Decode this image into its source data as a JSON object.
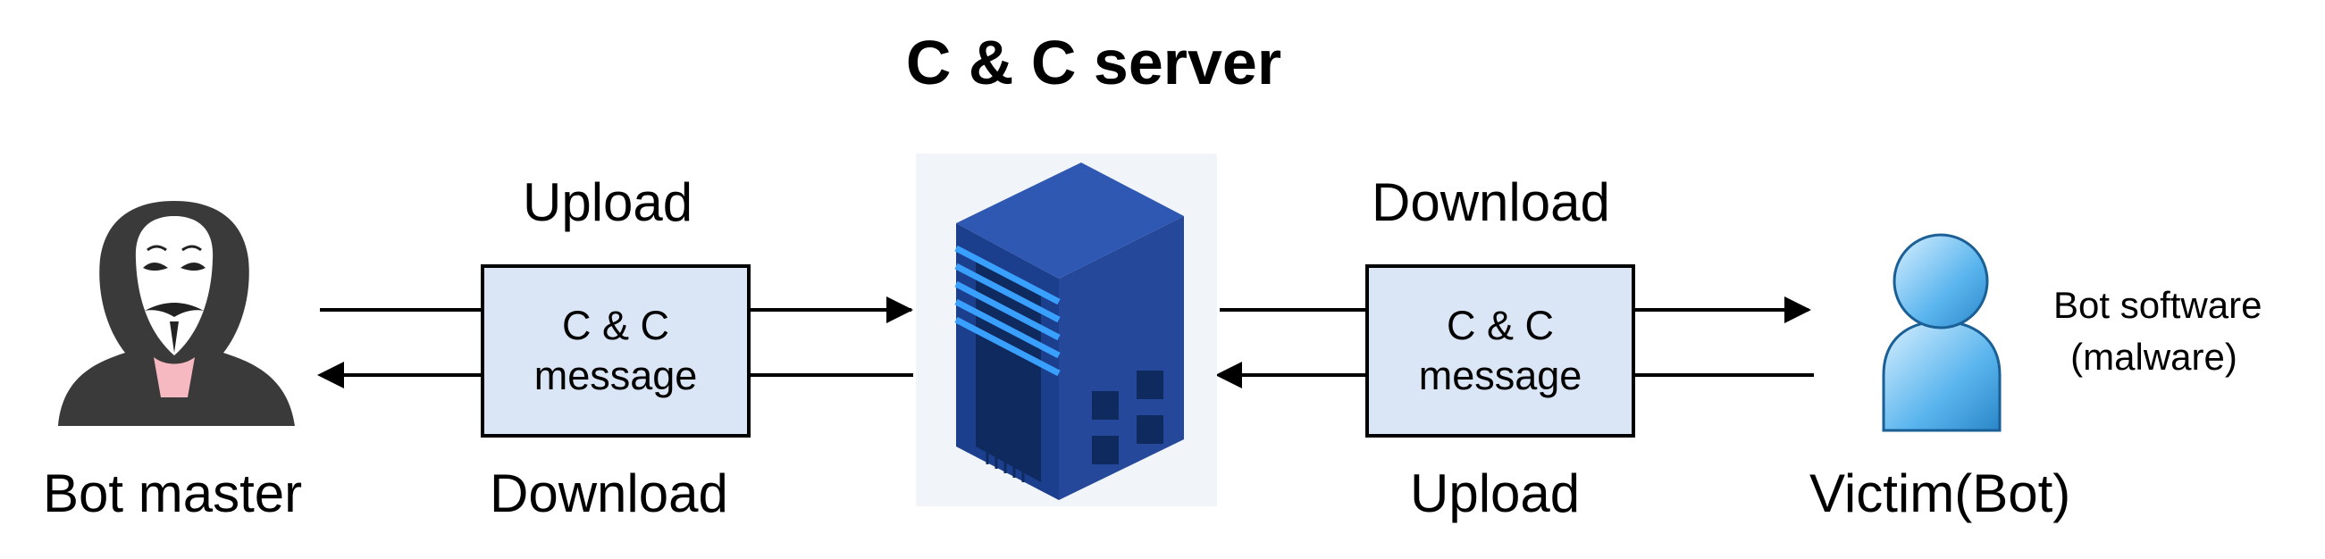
{
  "title": "C & C server",
  "bot_master": {
    "label": "Bot master"
  },
  "victim": {
    "label": "Victim(Bot)",
    "note_line1": "Bot software",
    "note_line2": "(malware)"
  },
  "left_link": {
    "top_label": "Upload",
    "bottom_label": "Download",
    "box_line1": "C & C",
    "box_line2": "message"
  },
  "right_link": {
    "top_label": "Download",
    "bottom_label": "Upload",
    "box_line1": "C & C",
    "box_line2": "message"
  },
  "colors": {
    "box_fill": "#dae5f5",
    "server_blue": "#1f3f86",
    "server_light": "#3aa0ff",
    "person_blue": "#4aa6e0"
  },
  "icons": {
    "bot_master": "hooded-hacker-icon",
    "server": "server-rack-icon",
    "victim": "user-icon"
  }
}
